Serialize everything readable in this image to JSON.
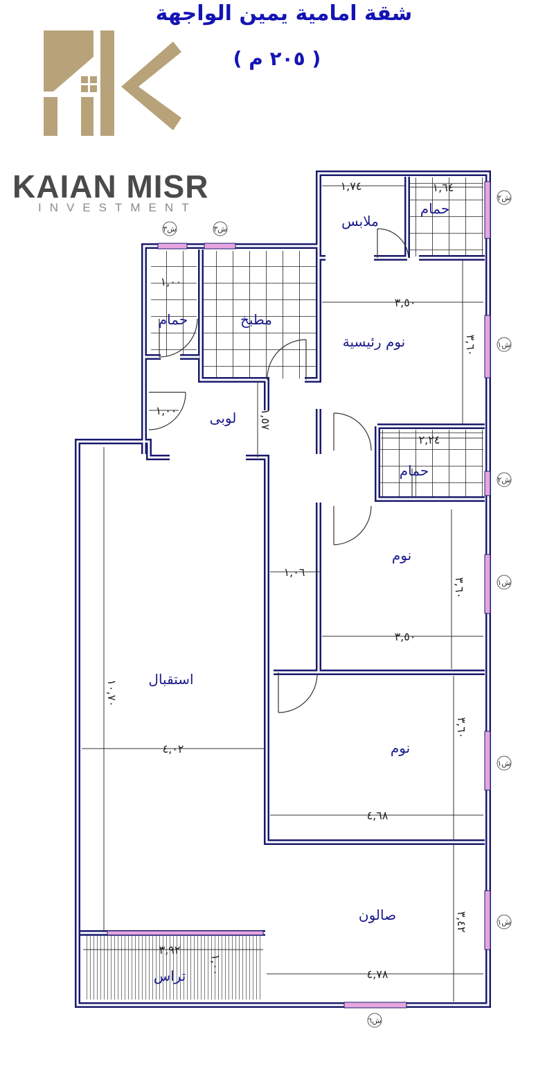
{
  "title": {
    "line1": "شقة امامية يمين الواجهة",
    "line2": "( ٢٠٥ م )"
  },
  "logo": {
    "brand": "KAIAN MISR",
    "tagline": "INVESTMENT",
    "gold": "#b8a27a",
    "text_color": "#4a4a4a"
  },
  "colors": {
    "wall": "#1a1a6e",
    "window": "#e6a6e0",
    "room_text": "#1a1a8c"
  },
  "rooms": {
    "dressing": "ملابس",
    "master_bath": "حمام",
    "master_bedroom": "نوم رئيسية",
    "kitchen": "مطبخ",
    "guest_bath": "حمام",
    "lobby": "لوبى",
    "bath2": "حمام",
    "bedroom1": "نوم",
    "reception": "استقبال",
    "bedroom2": "نوم",
    "salon": "صالون",
    "terrace": "تراس"
  },
  "dimensions": {
    "dressing_w": "١,٧٤",
    "master_bath_w": "١,٦٤",
    "master_w": "٣,٥٠",
    "master_h": "٣,٦٠",
    "guest_bath_w": "١,٠٠",
    "entrance_w": "١,٠٠",
    "lobby_w": "١,٥٧",
    "bath2_w": "٢,٢٤",
    "corridor_w": "١,٠٦",
    "bedroom1_h": "٣,٦٠",
    "bedroom1_w": "٣,٥٠",
    "reception_h": "١٠,٧٠",
    "reception_w": "٤,٠٢",
    "bedroom2_h": "٣,٦٠",
    "bedroom2_w": "٤,٦٨",
    "salon_h": "٣,٤٢",
    "salon_w": "٤,٧٨",
    "terrace_w": "٣,٩٢",
    "terrace_h": "١,٠٠"
  },
  "window_tags": {
    "w_right1": "ش٢",
    "w_right2": "ش١",
    "w_right3": "ش٢",
    "w_right4": "ش١",
    "w_right5": "ش١",
    "w_right6": "ش١",
    "w_top1": "ش٣",
    "w_top2": "ش٣",
    "w_bottom": "ش٦"
  }
}
